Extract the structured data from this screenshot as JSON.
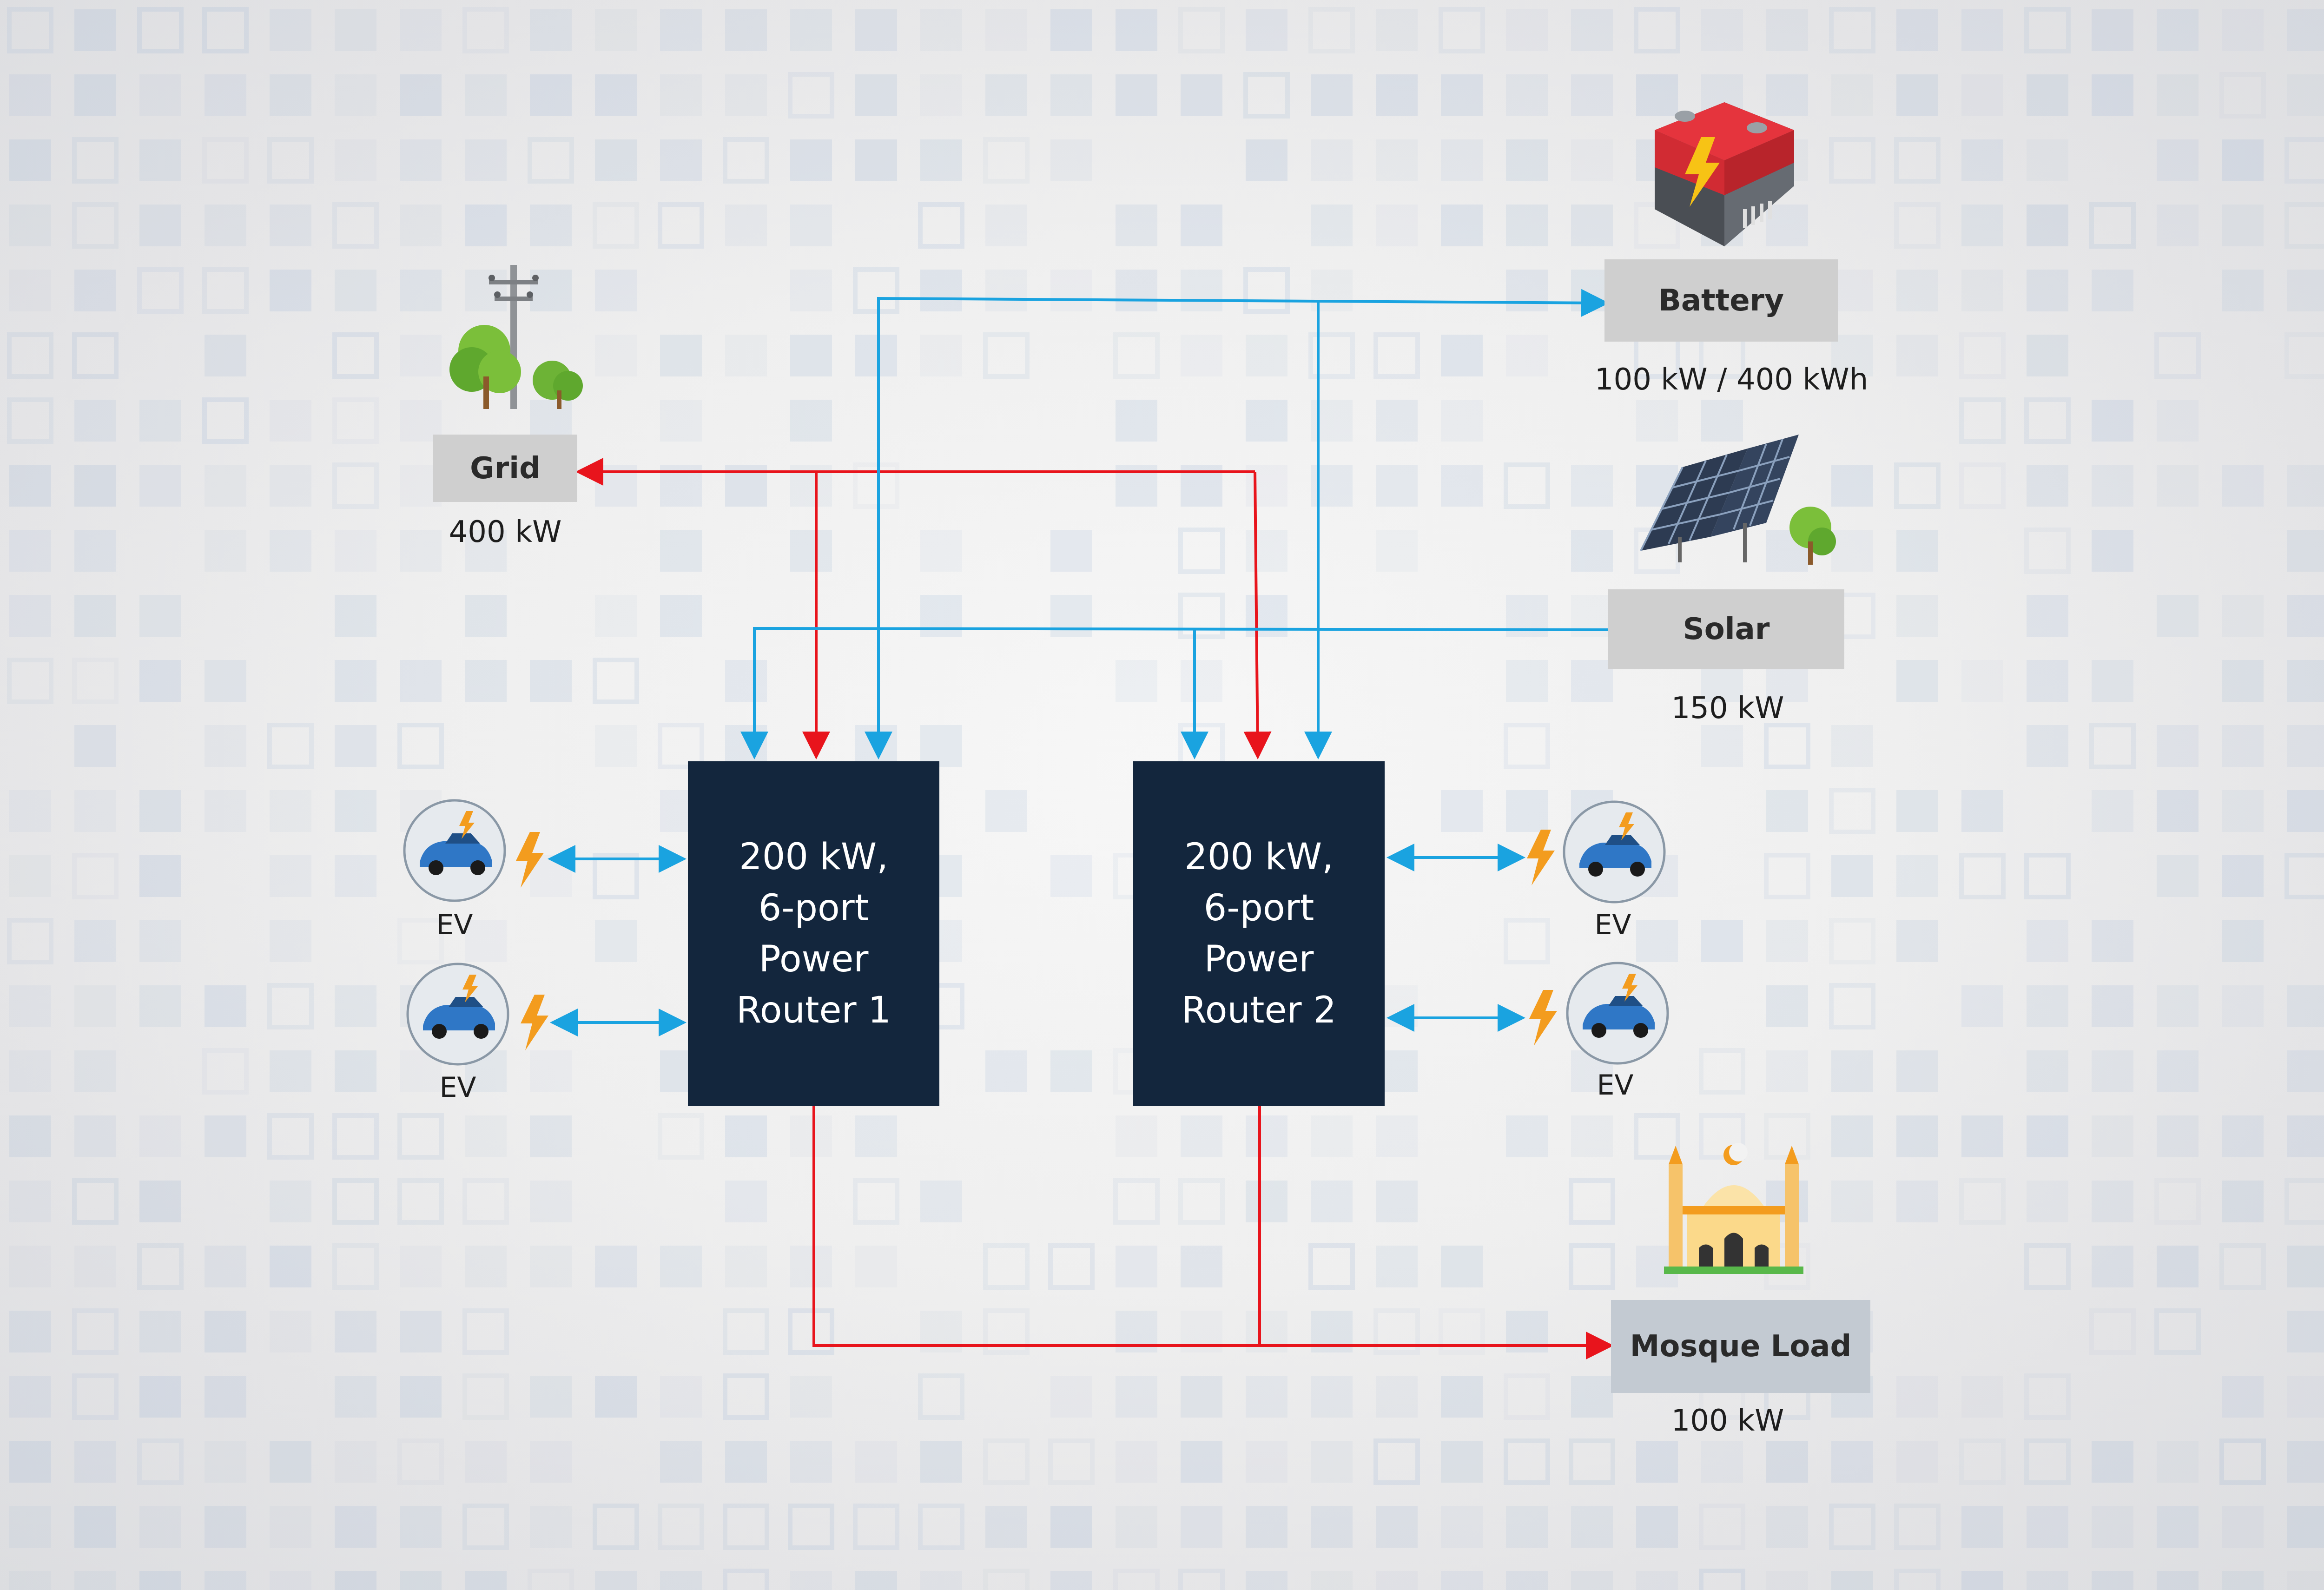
{
  "nodes": {
    "grid": {
      "label": "Grid",
      "rating": "400 kW"
    },
    "battery": {
      "label": "Battery",
      "rating": "100 kW / 400 kWh"
    },
    "solar": {
      "label": "Solar",
      "rating": "150 kW"
    },
    "mosque": {
      "label": "Mosque Load",
      "rating": "100 kW"
    }
  },
  "routers": [
    {
      "lines": [
        "200 kW,",
        "6-port",
        "Power",
        "Router 1"
      ]
    },
    {
      "lines": [
        "200 kW,",
        "6-port",
        "Power",
        "Router 2"
      ]
    }
  ],
  "ev_label": "EV",
  "colors": {
    "blue_flow": "#1aa3e0",
    "red_flow": "#e8141c",
    "router_fill": "#13263d",
    "label_box": "#cfcfcf",
    "mosque_box": "#c3cad2"
  }
}
